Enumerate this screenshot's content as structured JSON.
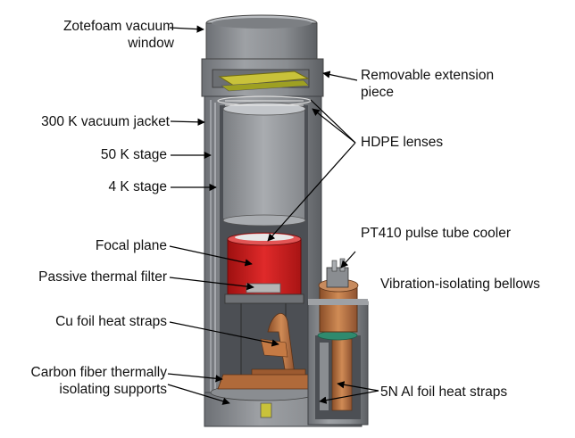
{
  "labels": {
    "zotefoam_line1": "Zotefoam vacuum",
    "zotefoam_line2": "window",
    "removable_line1": "Removable extension",
    "removable_line2": "piece",
    "vacuum_jacket": "300 K vacuum jacket",
    "stage_50k": "50 K stage",
    "stage_4k": "4 K stage",
    "hdpe_lenses": "HDPE lenses",
    "pt410": "PT410 pulse tube cooler",
    "bellows": "Vibration-isolating bellows",
    "focal_plane": "Focal plane",
    "passive_filter": "Passive thermal filter",
    "cu_straps": "Cu foil heat straps",
    "carbon_line1": "Carbon fiber thermally",
    "carbon_line2": "isolating supports",
    "al_straps": "5N Al foil heat straps"
  },
  "colors": {
    "jacket_gray": "#8c8f93",
    "jacket_dark": "#5e6166",
    "jacket_light": "#b9bcc0",
    "filter_yellow": "#c9c23a",
    "focal_red": "#c81e1e",
    "copper": "#b06a3a",
    "arrow": "#000000"
  }
}
